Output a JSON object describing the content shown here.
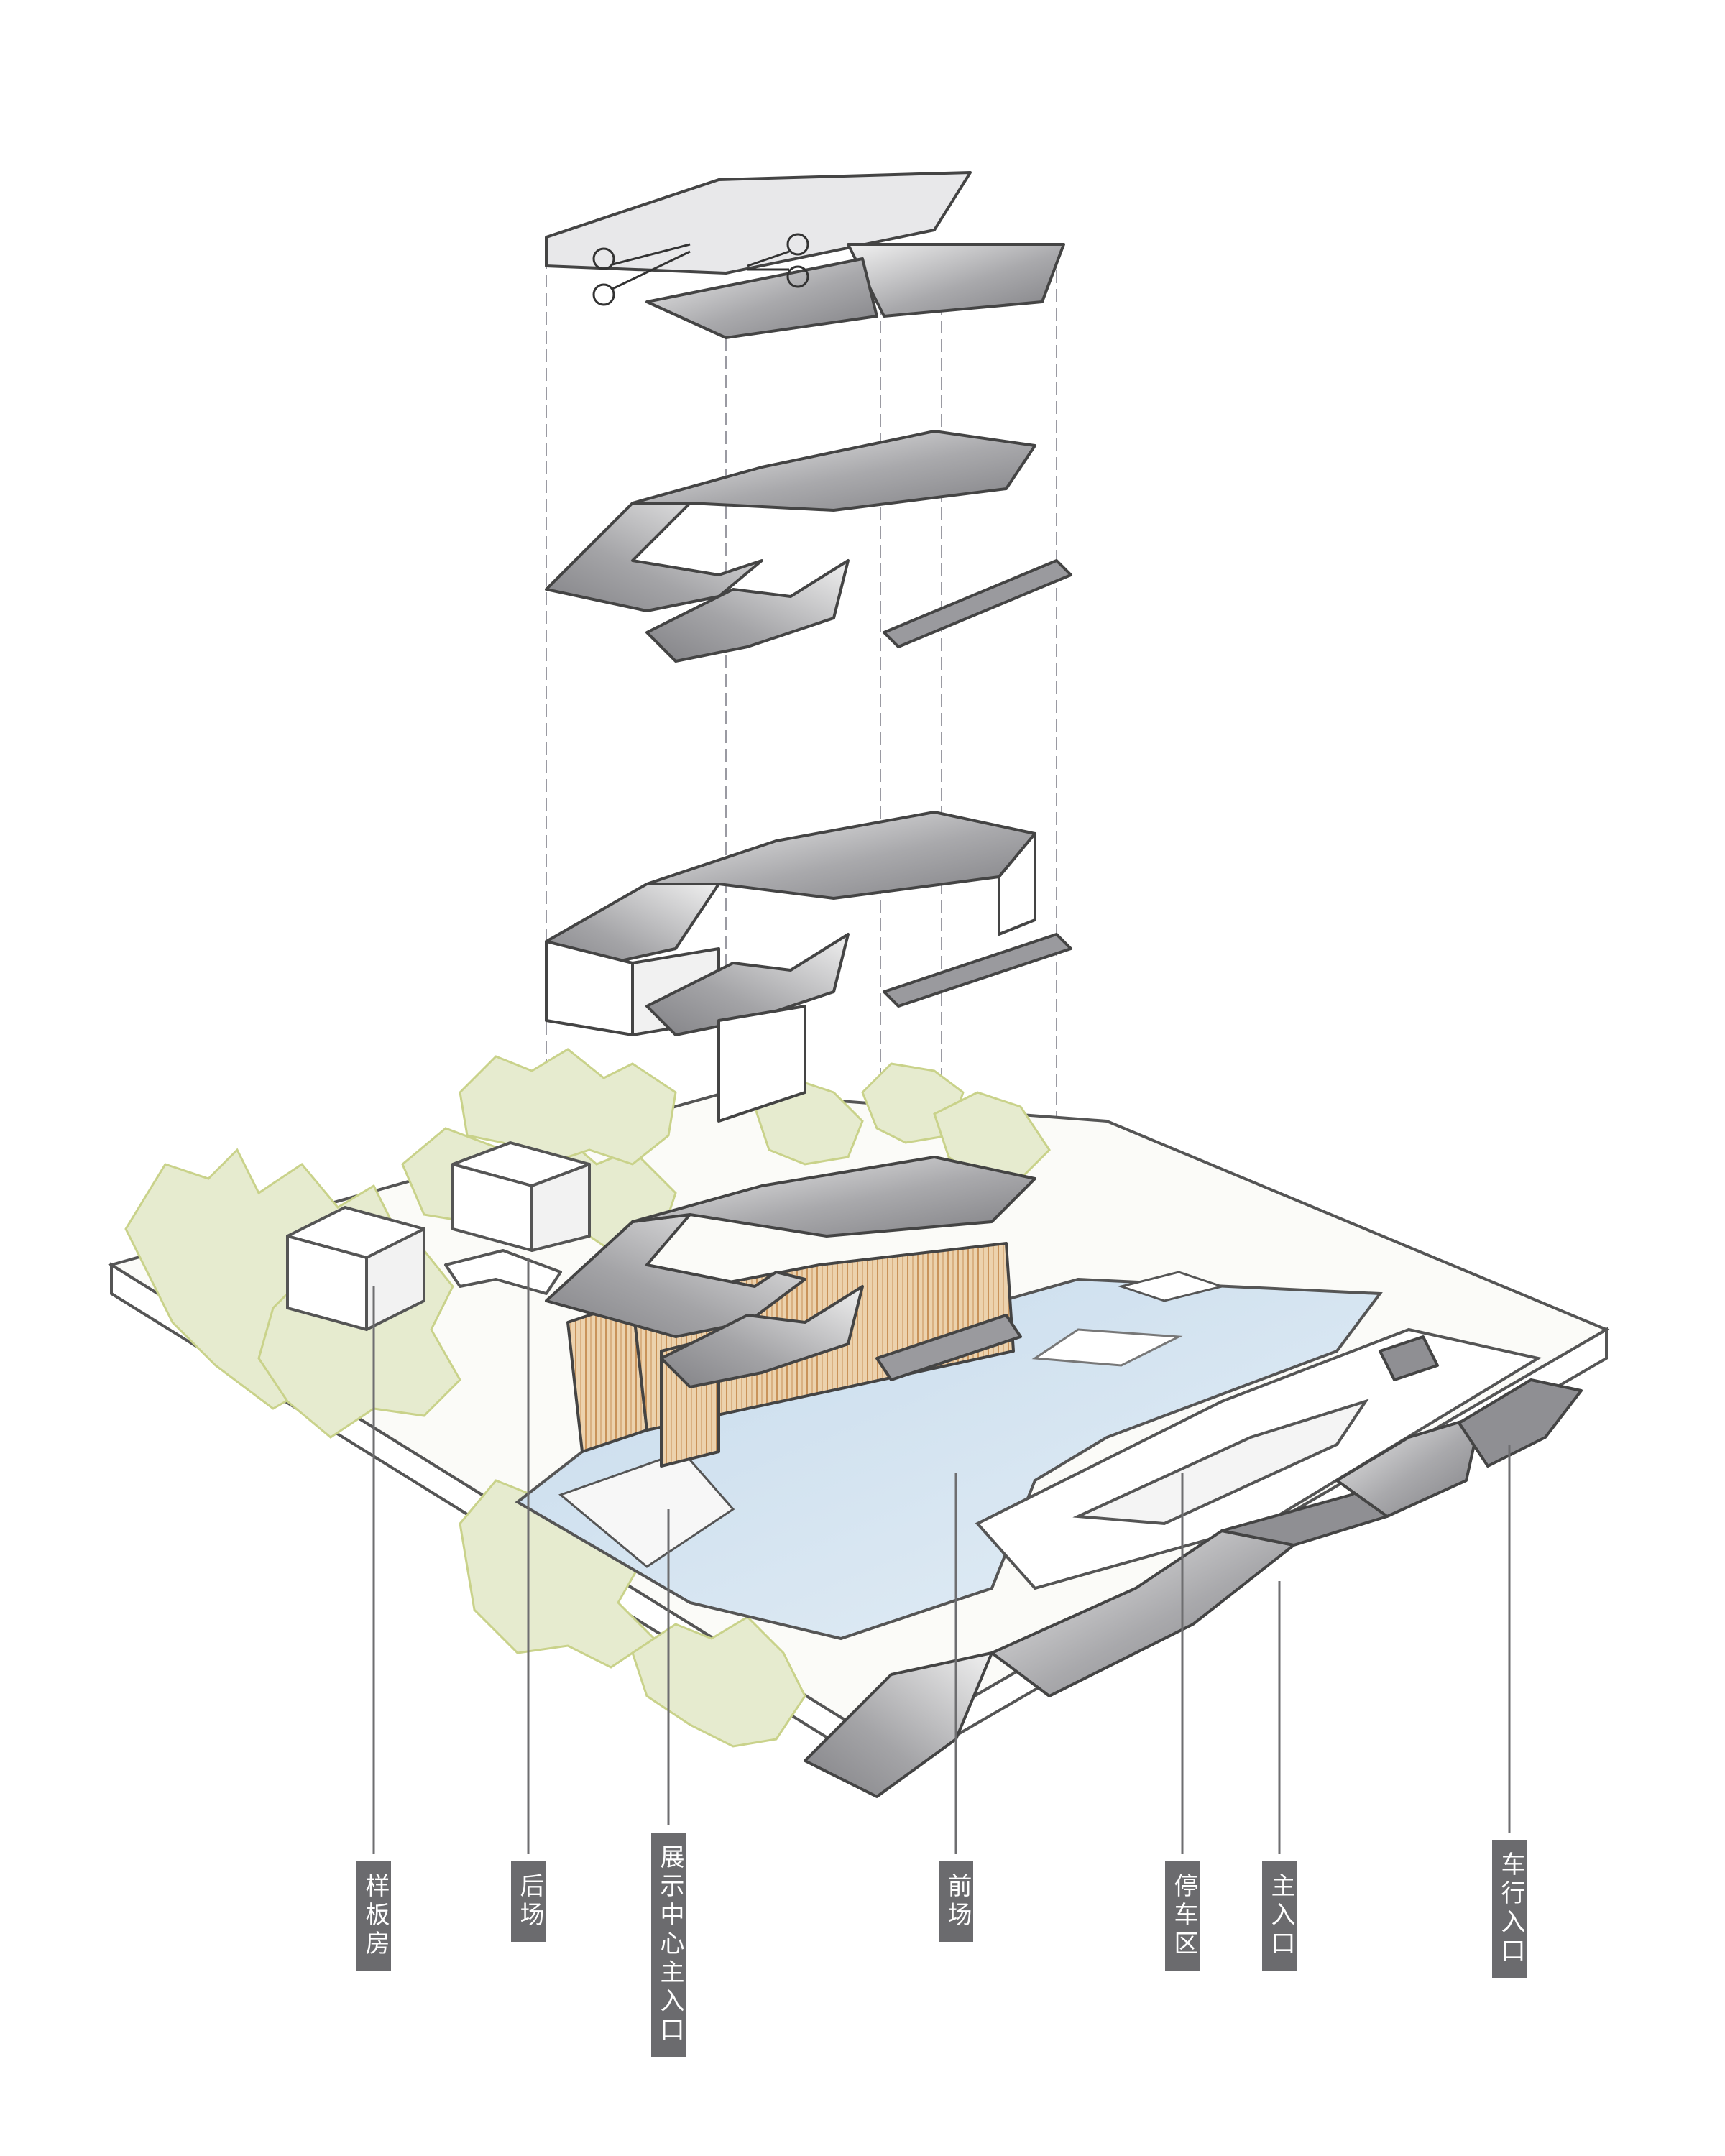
{
  "labels": {
    "model_house": "样板房",
    "back_yard": "后场",
    "exhibition_main_entrance": "展示中心主入口",
    "front_yard": "前场",
    "parking_area": "停车区",
    "main_entrance": "主入口",
    "vehicle_entrance": "车行入口"
  },
  "icons": [
    "scissors-icon",
    "scissors-icon"
  ],
  "colors": {
    "line": "#555555",
    "roof_gray": "#8f8f93",
    "water_blue": "#cfe0ee",
    "tree_green": "#e6ebcf",
    "wood": "#e6c49a",
    "tag": "#6b6b6e"
  }
}
